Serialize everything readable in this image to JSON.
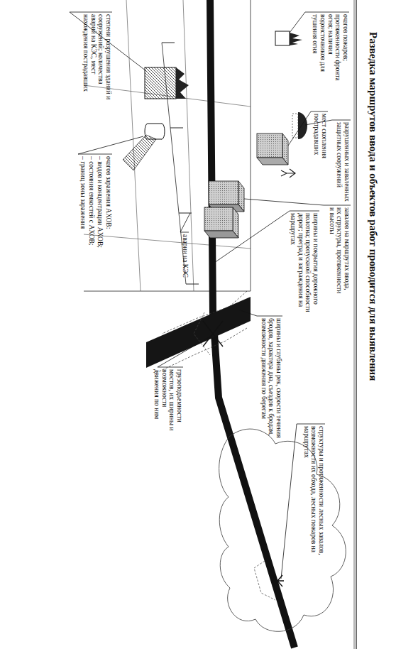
{
  "diagram": {
    "title": "Разведка маршрутов ввода и объектов работ проводится для выявления",
    "labels": [
      "очагов пожаров; протяженности фронта огня; наличия водоисточников для тушения огня",
      "разрушенных и заваленных защитных сооружений",
      "мест скопления пострадавших",
      "завалов на маршрутах ввода, их структуры, протяженности и высоты",
      "ширины и покрытия дорожного полотна; пропускной способности дорог; преград и заграждения на маршрутах",
      "ширины и глубины рек, скорости течения бродов, характера дна, съездов к бродам, возможности движения по берегам",
      "структуры и протяженности лесных завалов, возможности их обхода, лесных пожаров на маршрутах",
      "грузоподъемности мостов, их ширины и возможности движения по ним",
      "аварии на КЭС",
      "очагов заражения АХОВ:",
      "– видов и концентрации АХОВ;",
      "– состояния емкостей с АХОВ;",
      "– границ зоны заражения",
      "степени разрушения зданий и сооружений; количества аварий на КЭС, мест нахождения пострадавших"
    ]
  }
}
